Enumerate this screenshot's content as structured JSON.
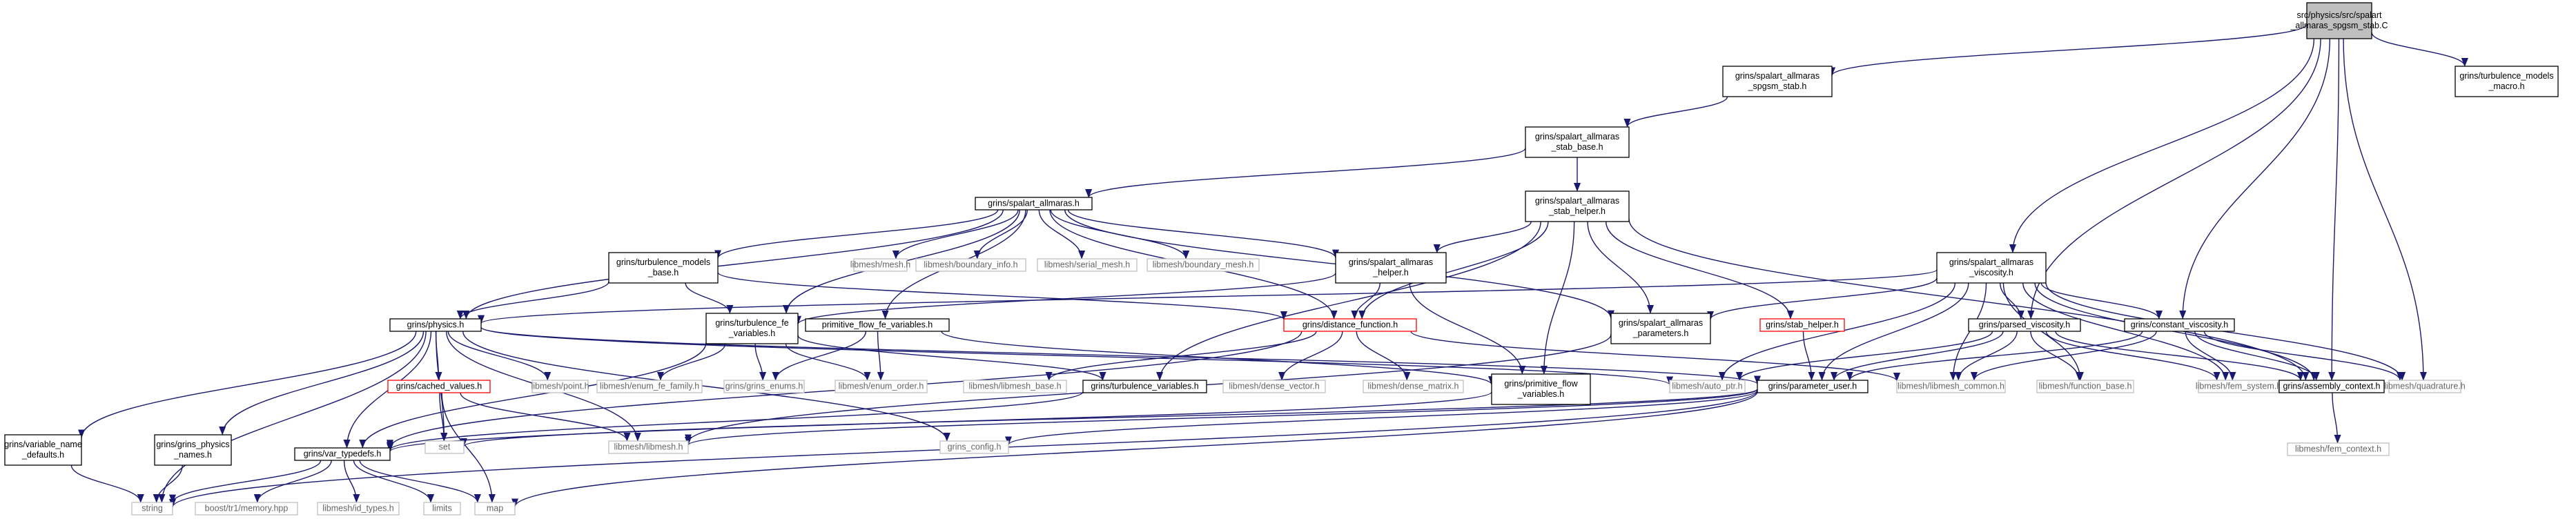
{
  "graph": {
    "title": "src/physics/src/spalart_allmaras_spgsm_stab.C",
    "edge_color": "#191970",
    "nodes": [
      {
        "id": "root",
        "lines": [
          "src/physics/src/spalart",
          "_allmaras_spgsm_stab.C"
        ],
        "style": "root"
      },
      {
        "id": "spgsm_h",
        "lines": [
          "grins/spalart_allmaras",
          "_spgsm_stab.h"
        ],
        "style": "normal"
      },
      {
        "id": "turb_macro",
        "lines": [
          "grins/turbulence_models",
          "_macro.h"
        ],
        "style": "normal"
      },
      {
        "id": "stab_base",
        "lines": [
          "grins/spalart_allmaras",
          "_stab_base.h"
        ],
        "style": "normal"
      },
      {
        "id": "stab_helper",
        "lines": [
          "grins/spalart_allmaras",
          "_stab_helper.h"
        ],
        "style": "normal"
      },
      {
        "id": "sa_h",
        "lines": [
          "grins/spalart_allmaras.h"
        ],
        "style": "normal"
      },
      {
        "id": "sa_viscosity",
        "lines": [
          "grins/spalart_allmaras",
          "_viscosity.h"
        ],
        "style": "normal"
      },
      {
        "id": "turb_models_base",
        "lines": [
          "grins/turbulence_models",
          "_base.h"
        ],
        "style": "normal"
      },
      {
        "id": "mesh_h",
        "lines": [
          "libmesh/mesh.h"
        ],
        "style": "external"
      },
      {
        "id": "boundary_info",
        "lines": [
          "libmesh/boundary_info.h"
        ],
        "style": "external"
      },
      {
        "id": "serial_mesh",
        "lines": [
          "libmesh/serial_mesh.h"
        ],
        "style": "external"
      },
      {
        "id": "boundary_mesh",
        "lines": [
          "libmesh/boundary_mesh.h"
        ],
        "style": "external"
      },
      {
        "id": "sa_helper",
        "lines": [
          "grins/spalart_allmaras",
          "_helper.h"
        ],
        "style": "normal"
      },
      {
        "id": "physics_h",
        "lines": [
          "grins/physics.h"
        ],
        "style": "normal"
      },
      {
        "id": "turb_fe_vars",
        "lines": [
          "grins/turbulence_fe",
          "_variables.h"
        ],
        "style": "normal"
      },
      {
        "id": "prim_flow_fe_vars",
        "lines": [
          "primitive_flow_fe_variables.h"
        ],
        "style": "normal"
      },
      {
        "id": "distance_function",
        "lines": [
          "grins/distance_function.h"
        ],
        "style": "red"
      },
      {
        "id": "sa_parameters",
        "lines": [
          "grins/spalart_allmaras",
          "_parameters.h"
        ],
        "style": "normal"
      },
      {
        "id": "stab_helper_h",
        "lines": [
          "grins/stab_helper.h"
        ],
        "style": "red"
      },
      {
        "id": "parsed_viscosity",
        "lines": [
          "grins/parsed_viscosity.h"
        ],
        "style": "normal"
      },
      {
        "id": "constant_viscosity",
        "lines": [
          "grins/constant_viscosity.h"
        ],
        "style": "normal"
      },
      {
        "id": "point_h",
        "lines": [
          "libmesh/point.h"
        ],
        "style": "external"
      },
      {
        "id": "cached_values",
        "lines": [
          "grins/cached_values.h"
        ],
        "style": "red"
      },
      {
        "id": "enum_fe_family",
        "lines": [
          "libmesh/enum_fe_family.h"
        ],
        "style": "external"
      },
      {
        "id": "grins_enums",
        "lines": [
          "grins/grins_enums.h"
        ],
        "style": "external"
      },
      {
        "id": "enum_order",
        "lines": [
          "libmesh/enum_order.h"
        ],
        "style": "external"
      },
      {
        "id": "libmesh_base",
        "lines": [
          "libmesh/libmesh_base.h"
        ],
        "style": "external"
      },
      {
        "id": "turb_vars",
        "lines": [
          "grins/turbulence_variables.h"
        ],
        "style": "normal"
      },
      {
        "id": "dense_vector",
        "lines": [
          "libmesh/dense_vector.h"
        ],
        "style": "external"
      },
      {
        "id": "dense_matrix",
        "lines": [
          "libmesh/dense_matrix.h"
        ],
        "style": "external"
      },
      {
        "id": "prim_flow_vars",
        "lines": [
          "grins/primitive_flow",
          "_variables.h"
        ],
        "style": "normal"
      },
      {
        "id": "auto_ptr",
        "lines": [
          "libmesh/auto_ptr.h"
        ],
        "style": "external"
      },
      {
        "id": "param_user",
        "lines": [
          "grins/parameter_user.h"
        ],
        "style": "normal"
      },
      {
        "id": "libmesh_common",
        "lines": [
          "libmesh/libmesh_common.h"
        ],
        "style": "external"
      },
      {
        "id": "function_base",
        "lines": [
          "libmesh/function_base.h"
        ],
        "style": "external"
      },
      {
        "id": "fem_system",
        "lines": [
          "libmesh/fem_system.h"
        ],
        "style": "external"
      },
      {
        "id": "assembly_context",
        "lines": [
          "grins/assembly_context.h"
        ],
        "style": "normal"
      },
      {
        "id": "quadrature",
        "lines": [
          "libmesh/quadrature.h"
        ],
        "style": "external"
      },
      {
        "id": "var_name_defaults",
        "lines": [
          "grins/variable_name",
          "_defaults.h"
        ],
        "style": "normal"
      },
      {
        "id": "grins_physics_names",
        "lines": [
          "grins/grins_physics",
          "_names.h"
        ],
        "style": "normal"
      },
      {
        "id": "set",
        "lines": [
          "set"
        ],
        "style": "external"
      },
      {
        "id": "libmesh_h",
        "lines": [
          "libmesh/libmesh.h"
        ],
        "style": "external"
      },
      {
        "id": "grins_config",
        "lines": [
          "grins_config.h"
        ],
        "style": "external"
      },
      {
        "id": "var_typedefs",
        "lines": [
          "grins/var_typedefs.h"
        ],
        "style": "normal"
      },
      {
        "id": "string",
        "lines": [
          "string"
        ],
        "style": "external"
      },
      {
        "id": "boost_memory",
        "lines": [
          "boost/tr1/memory.hpp"
        ],
        "style": "external"
      },
      {
        "id": "id_types",
        "lines": [
          "libmesh/id_types.h"
        ],
        "style": "external"
      },
      {
        "id": "limits",
        "lines": [
          "limits"
        ],
        "style": "external"
      },
      {
        "id": "map",
        "lines": [
          "map"
        ],
        "style": "external"
      },
      {
        "id": "fem_context",
        "lines": [
          "libmesh/fem_context.h"
        ],
        "style": "external"
      }
    ],
    "edges": [
      [
        "root",
        "spgsm_h"
      ],
      [
        "root",
        "turb_macro"
      ],
      [
        "root",
        "sa_viscosity"
      ],
      [
        "root",
        "parsed_viscosity"
      ],
      [
        "root",
        "constant_viscosity"
      ],
      [
        "root",
        "assembly_context"
      ],
      [
        "root",
        "quadrature"
      ],
      [
        "spgsm_h",
        "stab_base"
      ],
      [
        "stab_base",
        "stab_helper"
      ],
      [
        "stab_base",
        "sa_h"
      ],
      [
        "stab_helper",
        "sa_helper"
      ],
      [
        "stab_helper",
        "distance_function"
      ],
      [
        "stab_helper",
        "sa_parameters"
      ],
      [
        "stab_helper",
        "stab_helper_h"
      ],
      [
        "stab_helper",
        "turb_vars"
      ],
      [
        "stab_helper",
        "prim_flow_vars"
      ],
      [
        "stab_helper",
        "assembly_context"
      ],
      [
        "sa_h",
        "turb_models_base"
      ],
      [
        "sa_h",
        "physics_h"
      ],
      [
        "sa_h",
        "mesh_h"
      ],
      [
        "sa_h",
        "boundary_info"
      ],
      [
        "sa_h",
        "serial_mesh"
      ],
      [
        "sa_h",
        "boundary_mesh"
      ],
      [
        "sa_h",
        "sa_helper"
      ],
      [
        "sa_h",
        "turb_fe_vars"
      ],
      [
        "sa_h",
        "prim_flow_fe_vars"
      ],
      [
        "sa_h",
        "distance_function"
      ],
      [
        "sa_h",
        "sa_parameters"
      ],
      [
        "turb_models_base",
        "physics_h"
      ],
      [
        "turb_models_base",
        "turb_fe_vars"
      ],
      [
        "turb_models_base",
        "distance_function"
      ],
      [
        "sa_helper",
        "distance_function"
      ],
      [
        "sa_helper",
        "prim_flow_vars"
      ],
      [
        "sa_helper",
        "turb_fe_vars"
      ],
      [
        "sa_viscosity",
        "physics_h"
      ],
      [
        "sa_viscosity",
        "sa_parameters"
      ],
      [
        "sa_viscosity",
        "parsed_viscosity"
      ],
      [
        "sa_viscosity",
        "constant_viscosity"
      ],
      [
        "sa_viscosity",
        "param_user"
      ],
      [
        "sa_viscosity",
        "libmesh_common"
      ],
      [
        "sa_viscosity",
        "function_base"
      ],
      [
        "sa_viscosity",
        "fem_system"
      ],
      [
        "sa_viscosity",
        "auto_ptr"
      ],
      [
        "sa_viscosity",
        "assembly_context"
      ],
      [
        "sa_viscosity",
        "quadrature"
      ],
      [
        "physics_h",
        "point_h"
      ],
      [
        "physics_h",
        "cached_values"
      ],
      [
        "physics_h",
        "var_typedefs"
      ],
      [
        "physics_h",
        "var_name_defaults"
      ],
      [
        "physics_h",
        "grins_physics_names"
      ],
      [
        "physics_h",
        "string"
      ],
      [
        "physics_h",
        "set"
      ],
      [
        "physics_h",
        "libmesh_h"
      ],
      [
        "physics_h",
        "grins_config"
      ],
      [
        "physics_h",
        "auto_ptr"
      ],
      [
        "physics_h",
        "param_user"
      ],
      [
        "turb_fe_vars",
        "enum_fe_family"
      ],
      [
        "turb_fe_vars",
        "grins_enums"
      ],
      [
        "turb_fe_vars",
        "enum_order"
      ],
      [
        "turb_fe_vars",
        "turb_vars"
      ],
      [
        "turb_fe_vars",
        "var_typedefs"
      ],
      [
        "prim_flow_fe_vars",
        "grins_enums"
      ],
      [
        "prim_flow_fe_vars",
        "enum_order"
      ],
      [
        "prim_flow_fe_vars",
        "prim_flow_vars"
      ],
      [
        "distance_function",
        "libmesh_base"
      ],
      [
        "distance_function",
        "dense_vector"
      ],
      [
        "distance_function",
        "dense_matrix"
      ],
      [
        "distance_function",
        "libmesh_common"
      ],
      [
        "distance_function",
        "var_typedefs"
      ],
      [
        "sa_parameters",
        "libmesh_h"
      ],
      [
        "stab_helper_h",
        "param_user"
      ],
      [
        "parsed_viscosity",
        "param_user"
      ],
      [
        "parsed_viscosity",
        "libmesh_common"
      ],
      [
        "parsed_viscosity",
        "function_base"
      ],
      [
        "parsed_viscosity",
        "fem_system"
      ],
      [
        "parsed_viscosity",
        "auto_ptr"
      ],
      [
        "parsed_viscosity",
        "assembly_context"
      ],
      [
        "constant_viscosity",
        "param_user"
      ],
      [
        "constant_viscosity",
        "libmesh_common"
      ],
      [
        "constant_viscosity",
        "fem_system"
      ],
      [
        "constant_viscosity",
        "assembly_context"
      ],
      [
        "constant_viscosity",
        "quadrature"
      ],
      [
        "cached_values",
        "set"
      ],
      [
        "cached_values",
        "map"
      ],
      [
        "cached_values",
        "libmesh_h"
      ],
      [
        "turb_vars",
        "var_typedefs"
      ],
      [
        "prim_flow_vars",
        "var_typedefs"
      ],
      [
        "param_user",
        "set"
      ],
      [
        "param_user",
        "libmesh_h"
      ],
      [
        "param_user",
        "grins_config"
      ],
      [
        "param_user",
        "string"
      ],
      [
        "param_user",
        "map"
      ],
      [
        "assembly_context",
        "fem_context"
      ],
      [
        "var_name_defaults",
        "string"
      ],
      [
        "grins_physics_names",
        "string"
      ],
      [
        "var_typedefs",
        "string"
      ],
      [
        "var_typedefs",
        "boost_memory"
      ],
      [
        "var_typedefs",
        "id_types"
      ],
      [
        "var_typedefs",
        "limits"
      ],
      [
        "var_typedefs",
        "map"
      ]
    ]
  }
}
